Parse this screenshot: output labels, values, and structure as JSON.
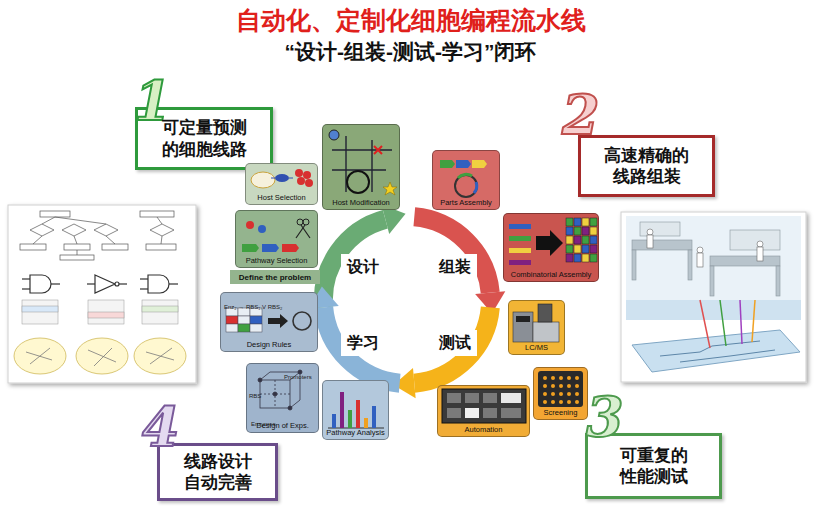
{
  "diagram": {
    "title": "自动化、定制化细胞编程流水线",
    "nodes": [
      {
        "text": [
          "可定量预测 的细胞线路"
        ]
      },
      {
        "text": [
          "Host Modification"
        ]
      },
      {
        "text": [
          "Parts Assembly"
        ]
      },
      {
        "text": [
          "高速精确的 线路组装"
        ]
      },
      {
        "text": [
          "Host Selection"
        ]
      },
      {
        "text": [
          "Pathway Selection"
        ]
      },
      {
        "text": [
          "Combinatorial Assembly"
        ]
      },
      {
        "text": [
          "设计"
        ]
      },
      {
        "text": [
          "组装"
        ]
      },
      {
        "text": [
          "Define the problem"
        ]
      },
      {
        "text": [
          "Design Rules"
        ]
      },
      {
        "text": [
          "学习"
        ]
      },
      {
        "text": [
          "测试"
        ]
      },
      {
        "text": [
          "LC/MS"
        ]
      },
      {
        "text": [
          "Screening"
        ]
      },
      {
        "text": [
          "Design of Exps."
        ]
      },
      {
        "text": [
          "Pathway Analysis"
        ]
      },
      {
        "text": [
          "Automation"
        ]
      },
      {
        "text": [
          "可重复的 性能测试"
        ]
      },
      {
        "text": [
          "线路设计 自动完善"
        ]
      }
    ],
    "labels": [
      "“设计-组装-测试-学习”闭环",
      "1",
      "2",
      "3",
      "4",
      "Enz₂ → RBS₁,V RBS₂",
      "RBS",
      "Promoters",
      "Enzymes"
    ]
  }
}
